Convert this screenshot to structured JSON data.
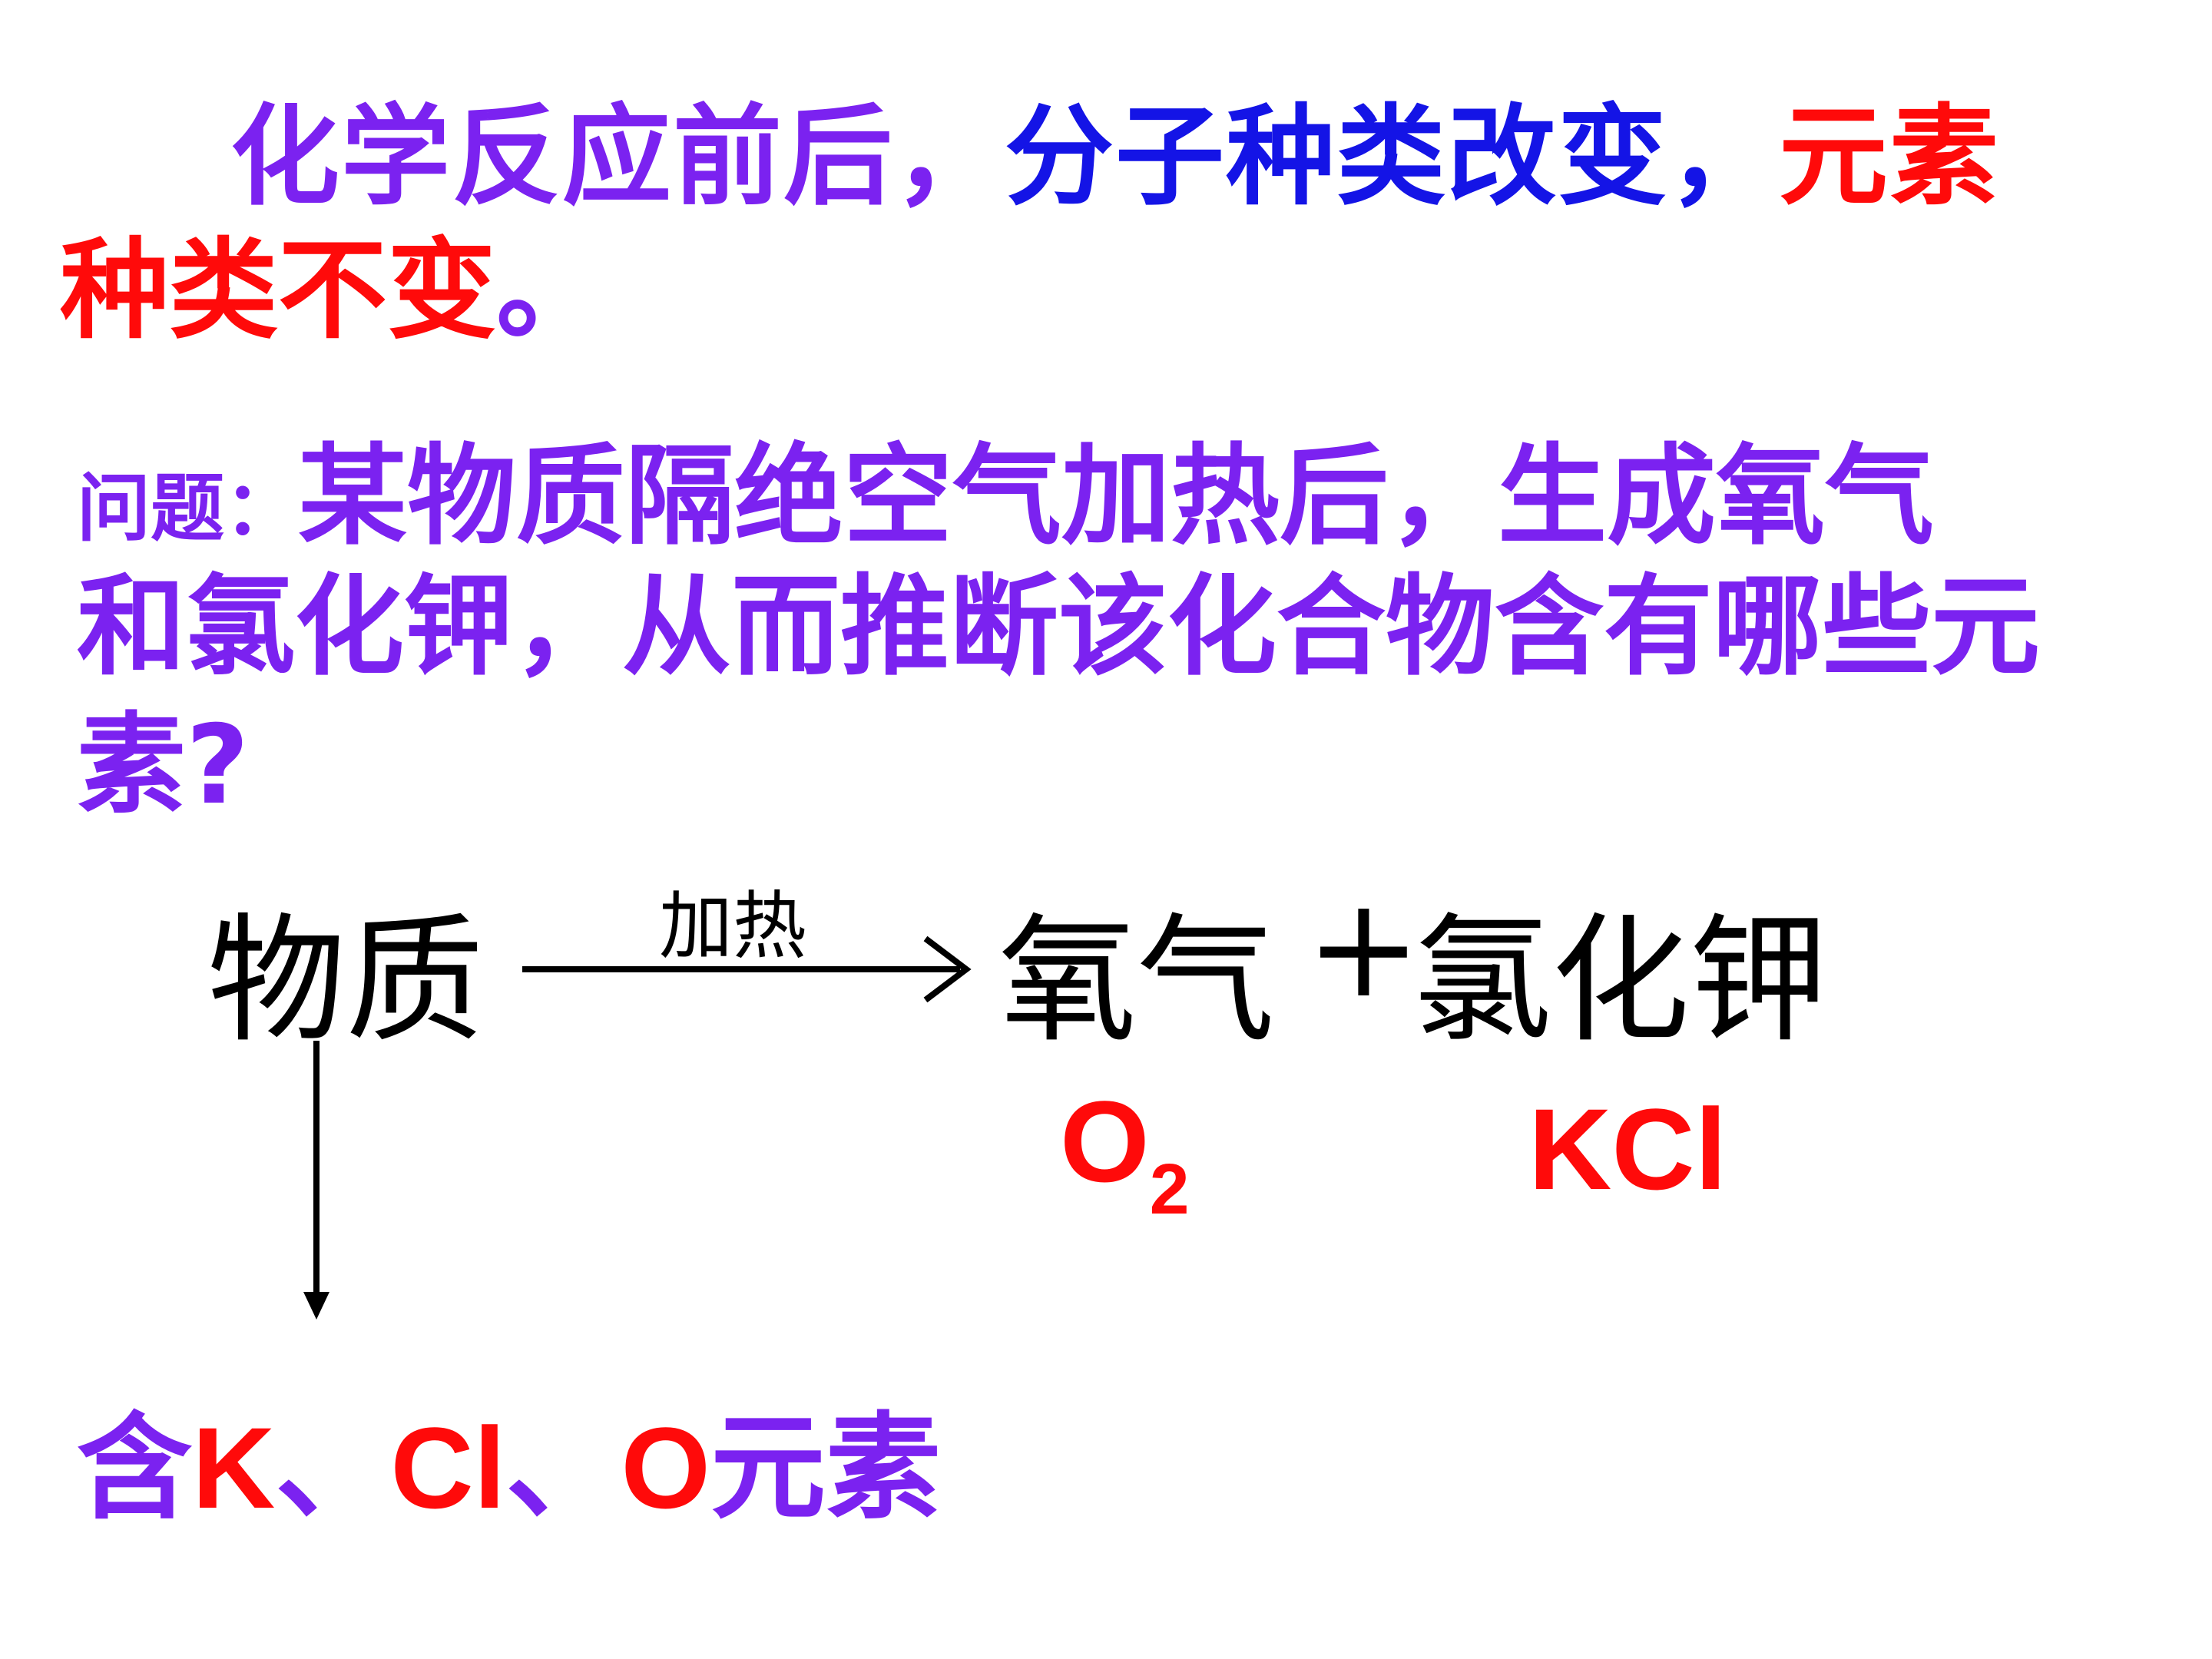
{
  "colors": {
    "purple": "#7B22F0",
    "blue": "#1414E6",
    "red": "#FF0A0A",
    "black": "#000000"
  },
  "intro": {
    "part1": "化学反应前后，",
    "part2": "分子种类改变，",
    "part3": "元素",
    "part4": "种类不变",
    "part5": "。"
  },
  "question": {
    "label": "问题：",
    "line1": "某物质隔绝空气加热后，生成氧气",
    "line2": "和氯化钾，从而推断该化合物含有哪些元",
    "line3": "素?"
  },
  "equation": {
    "reactant": "物质",
    "condition": "加热",
    "product1": "氧气",
    "plus": "+",
    "product2": "氯化钾"
  },
  "formulas": {
    "o2_main": "O",
    "o2_sub": "2",
    "kcl": "KCl"
  },
  "conclusion": {
    "prefix": "含",
    "k": "K",
    "sep1": "、",
    "cl": "Cl",
    "sep2": "、",
    "o": "O",
    "suffix": "元素"
  }
}
